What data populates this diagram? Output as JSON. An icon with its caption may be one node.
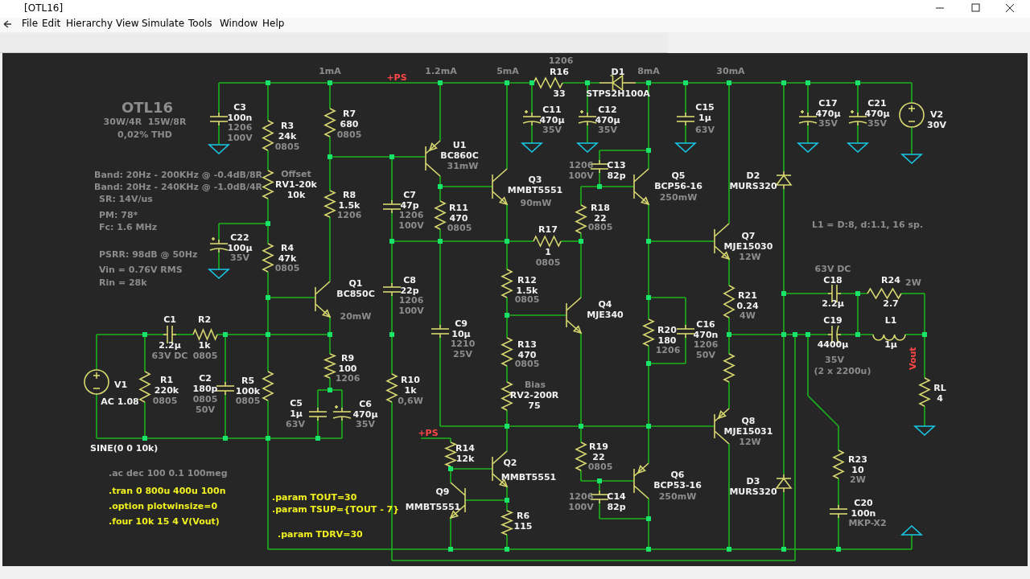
{
  "diagram": {
    "title": "OTL16",
    "labels": [
      "[OTL16]",
      "File",
      "Edit",
      "Hierarchy",
      "View",
      "Simulate",
      "Tools",
      "Window",
      "Help",
      "30W/4R  15W/8R",
      "0,02% THD",
      "Band: 20Hz - 200KHz @ -0.4dB/8R",
      "Band: 20Hz - 240KHz @ -1.0dB/4R",
      "SR: 14V/us",
      "PM: 78*",
      "Fc: 1.6 MHz",
      "PSRR: 98dB @ 50Hz",
      "Vin = 0.76V RMS",
      "Rin = 28k",
      "1mA",
      "1.2mA",
      "5mA",
      "8mA",
      "30mA",
      "+PS",
      "1206",
      "R16",
      "33",
      "D1",
      "STPS2H100A",
      "C3 100n",
      "1206 100V",
      "R3 24k",
      "0805",
      "R7 680",
      "0805",
      "Offset",
      "RV1-20k 10k",
      "C22 100µ",
      "35V",
      "R4 47k",
      "0805",
      "R8 1.5k",
      "1206",
      "U1 BC860C",
      "31mW",
      "C7 47p",
      "1206 100V",
      "R11 470",
      "0805",
      "Q3 MMBT5551",
      "90mW",
      "R17",
      "1",
      "0805",
      "R18 22",
      "0805",
      "1206 100V",
      "C13 82p",
      "Q5 BCP56-16",
      "250mW",
      "C11 470µ",
      "35V",
      "C12 470µ",
      "35V",
      "C15 1µ",
      "63V",
      "C17 470µ",
      "35V",
      "C21 470µ",
      "35V",
      "V2 30V",
      "D2 MURS320",
      "L1 = D:8, d:1.1, 16 sp.",
      "Q7 MJE15030",
      "12W",
      "C8 22p",
      "1206 100V",
      "R12 1.5k",
      "0805",
      "Q1 BC850C",
      "20mW",
      "Q4 MJE340",
      "R20 180",
      "1206",
      "C16 470n",
      "1206 50V",
      "63V DC",
      "C18",
      "2.2µ",
      "R24",
      "2.7",
      "2W",
      "R21 0.24",
      "4W",
      "C19",
      "4400µ",
      "35V",
      "(2 x 2200u)",
      "L1",
      "1µ",
      "Vout",
      "RL 4",
      "C1",
      "2.2µ",
      "63V DC",
      "R2",
      "1k",
      "0805",
      "V1",
      "AC 1.08",
      "SINE(0 0 10k)",
      "R1 220k",
      "0805",
      "C2 180p",
      "0805 50V",
      "R5 100k",
      "0805",
      "C9 10µ",
      "1210 25V",
      "R13 470",
      "0805",
      "Bias",
      "RV2-200R 75",
      "R9 100",
      "1206",
      "R10 1k",
      "0,6W",
      "C5 1µ",
      "63V",
      "C6 470µ",
      "35V",
      "1206 100V",
      "C14 82p",
      "R19 22",
      "0805",
      "Q6 BCP53-16",
      "250mW",
      "Q8 MJE15031",
      "12W",
      "D3 MURS320",
      "R23 10",
      "2W",
      "C20 100n",
      "MKP-X2",
      "+PS",
      "R14 12k",
      "Q2",
      "MMBT5551",
      "Q9",
      "MMBT5551",
      "R6 115",
      ".ac dec 100 0.1 100meg",
      ".tran 0 800u 400u 100n",
      ".option plotwinsize=0",
      ".four 10k 15 4 V(Vout)",
      ".param TOUT=30",
      ".param TSUP={TOUT - 7}",
      ".param TDRV=30"
    ]
  }
}
